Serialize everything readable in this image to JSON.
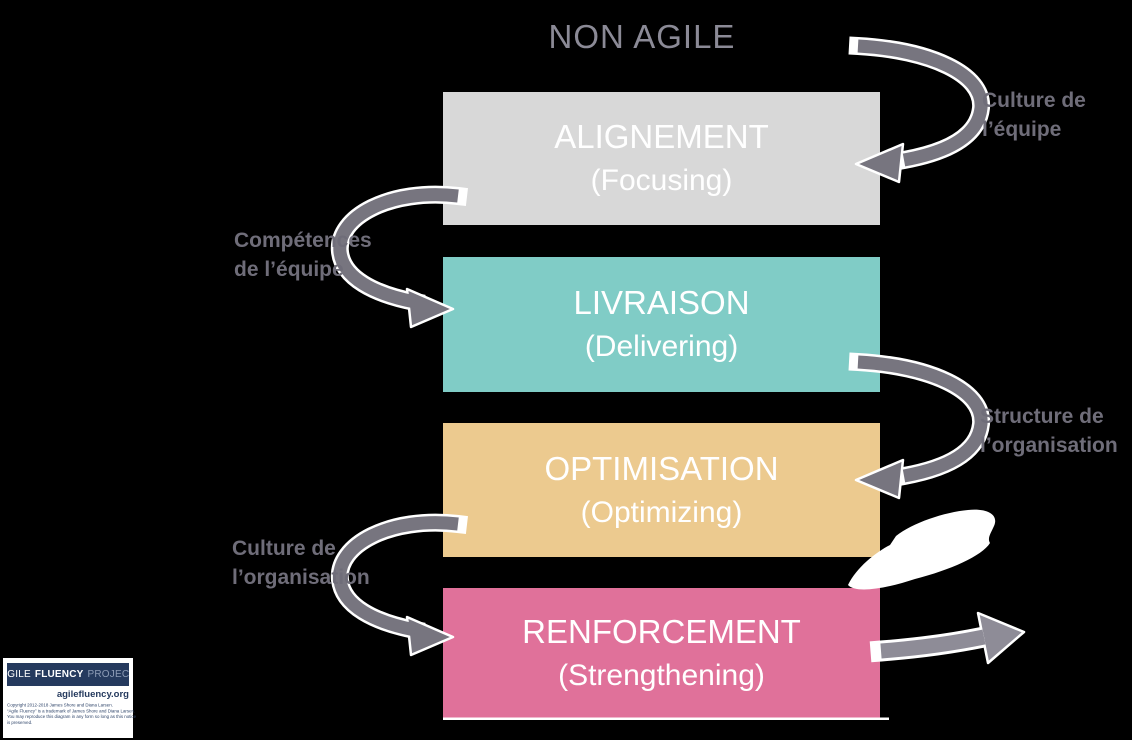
{
  "title": "NON AGILE",
  "boxes": [
    {
      "title": "ALIGNEMENT",
      "subtitle": "(Focusing)",
      "color": "#d8d8d8"
    },
    {
      "title": "LIVRAISON",
      "subtitle": "(Delivering)",
      "color": "#80ccc6"
    },
    {
      "title": "OPTIMISATION",
      "subtitle": "(Optimizing)",
      "color": "#ecca8f"
    },
    {
      "title": "RENFORCEMENT",
      "subtitle": "(Strengthening)",
      "color": "#e0719a"
    }
  ],
  "arrow_labels": [
    {
      "line1": "Culture de",
      "line2": "l’équipe"
    },
    {
      "line1": "Compétences",
      "line2": "de l’équipe"
    },
    {
      "line1": "Structure de",
      "line2": "l’organisation"
    },
    {
      "line1": "Culture de",
      "line2": "l’organisation"
    }
  ],
  "arrows": [
    {
      "from": "NON AGILE",
      "to": "ALIGNEMENT",
      "label": "Culture de l’équipe",
      "side": "right"
    },
    {
      "from": "ALIGNEMENT",
      "to": "LIVRAISON",
      "label": "Compétences de l’équipe",
      "side": "left"
    },
    {
      "from": "LIVRAISON",
      "to": "OPTIMISATION",
      "label": "Structure de l’organisation",
      "side": "right"
    },
    {
      "from": "OPTIMISATION",
      "to": "RENFORCEMENT",
      "label": "Culture de l’organisation",
      "side": "left"
    },
    {
      "from": "RENFORCEMENT",
      "to": "exit",
      "label": "",
      "side": "right"
    }
  ],
  "logo": {
    "brand_agile": "AGILE",
    "brand_fluency": "FLUENCY",
    "brand_project": "PROJECT",
    "website": "agilefluency.org",
    "copyright_line1": "Copyright 2012-2018 James Shore and Diana Larsen.",
    "copyright_line2": "“Agile Fluency” is a trademark of James Shore and Diana Larsen.",
    "copyright_line3": "You may reproduce this diagram in any form so long as this notice",
    "copyright_line4": "is preserved."
  },
  "colors": {
    "background": "#000000",
    "arrow": "#77757f",
    "arrow_exit": "#8e8c97",
    "label_text": "#6f6d79",
    "title_text": "#8b8a96",
    "box_text": "#ffffff",
    "logo_navy": "#253a5e"
  }
}
